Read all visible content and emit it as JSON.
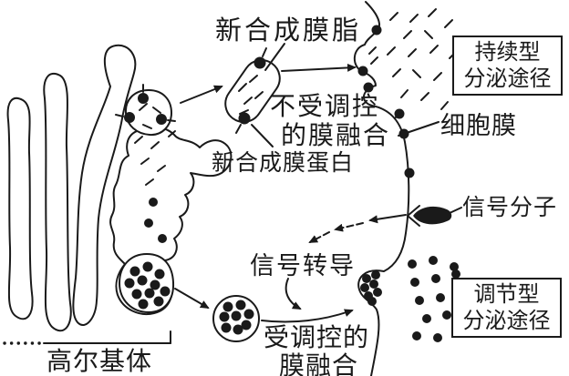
{
  "diagram": {
    "title_context": "secretory-pathways-golgi-diagram",
    "labels": {
      "new_membrane_lipid": "新合成膜脂",
      "unregulated_fusion_line1": "不受调控",
      "unregulated_fusion_line2": "的膜融合",
      "new_membrane_protein": "新合成膜蛋白",
      "constitutive_pathway_line1": "持续型",
      "constitutive_pathway_line2": "分泌途径",
      "cell_membrane": "细胞膜",
      "signal_molecule": "信号分子",
      "signal_transduction": "信号转导",
      "regulated_fusion_line1": "受调控的",
      "regulated_fusion_line2": "膜融合",
      "regulated_pathway_line1": "调节型",
      "regulated_pathway_line2": "分泌途径",
      "golgi_body": "高尔基体"
    },
    "colors": {
      "ink": "#1a1a1a",
      "background": "#ffffff"
    }
  }
}
